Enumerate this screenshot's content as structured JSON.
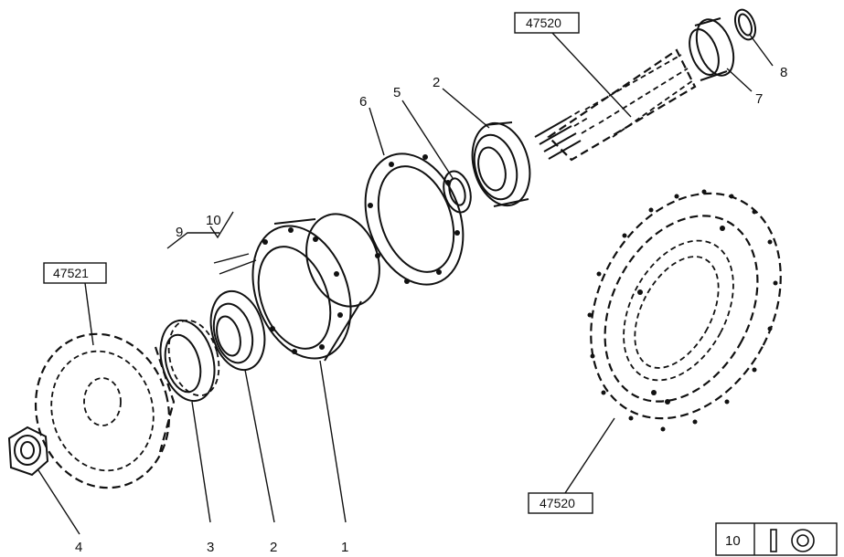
{
  "diagram": {
    "parts": {
      "p1": "1",
      "p2a": "2",
      "p2b": "2",
      "p3": "3",
      "p4": "4",
      "p5": "5",
      "p6": "6",
      "p7": "7",
      "p8": "8",
      "p9": "9",
      "p10": "10"
    },
    "refs": {
      "top_right": "47520",
      "left": "47521",
      "bottom_right": "47520"
    },
    "legend": {
      "label": "10"
    }
  }
}
